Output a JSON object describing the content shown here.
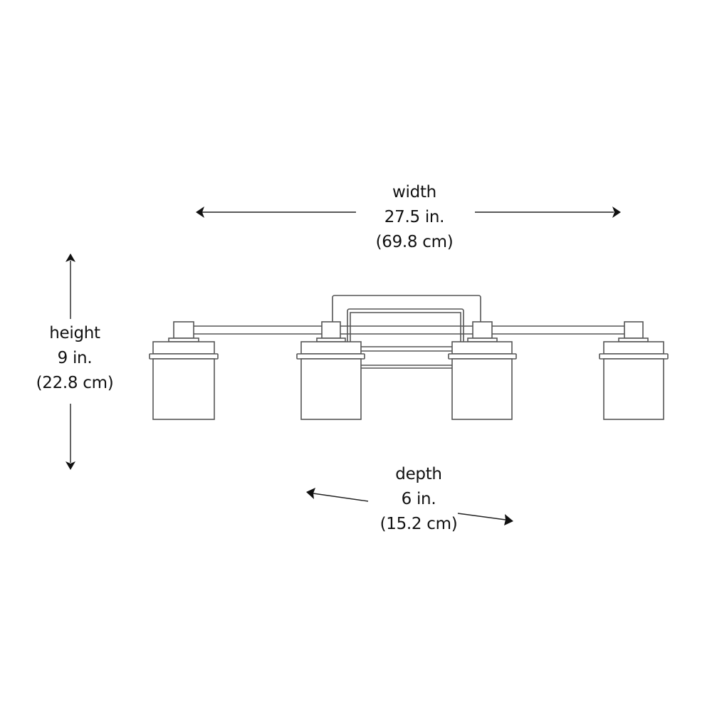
{
  "diagram": {
    "type": "product-dimension-drawing",
    "subject": "4-light vanity fixture",
    "light_count": 4,
    "line_color": "#555555",
    "text_color": "#111111",
    "background": "#ffffff"
  },
  "dimensions": {
    "width": {
      "label": "width",
      "imperial": "27.5 in.",
      "metric": "(69.8 cm)"
    },
    "height": {
      "label": "height",
      "imperial": "9 in.",
      "metric": "(22.8 cm)"
    },
    "depth": {
      "label": "depth",
      "imperial": "6 in.",
      "metric": "(15.2 cm)"
    }
  }
}
